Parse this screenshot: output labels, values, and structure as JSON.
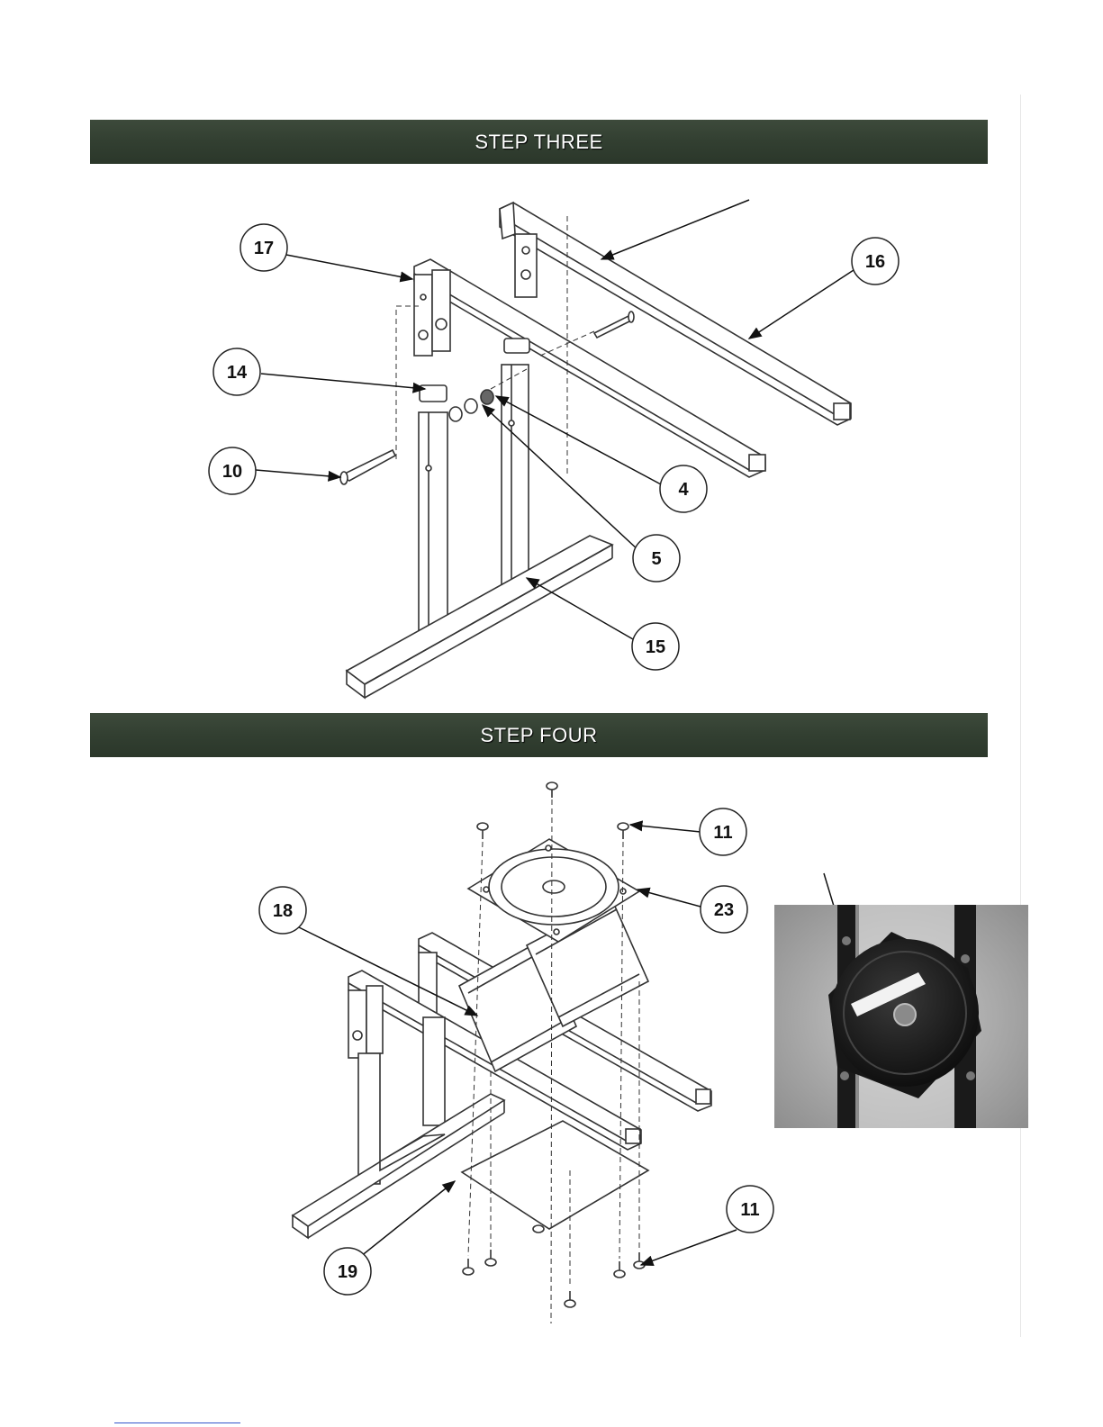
{
  "step_three": {
    "title": "STEP THREE"
  },
  "step_four": {
    "title": "STEP FOUR"
  },
  "callouts_step_three": {
    "c17": "17",
    "c16": "16",
    "c14": "14",
    "c10": "10",
    "c4": "4",
    "c5": "5",
    "c15": "15"
  },
  "callouts_step_four": {
    "c11_top": "11",
    "c23": "23",
    "c18": "18",
    "c11_bottom": "11",
    "c19": "19"
  },
  "colors": {
    "banner": "#323f31",
    "banner_text": "#ffffff",
    "line": "#222222"
  }
}
